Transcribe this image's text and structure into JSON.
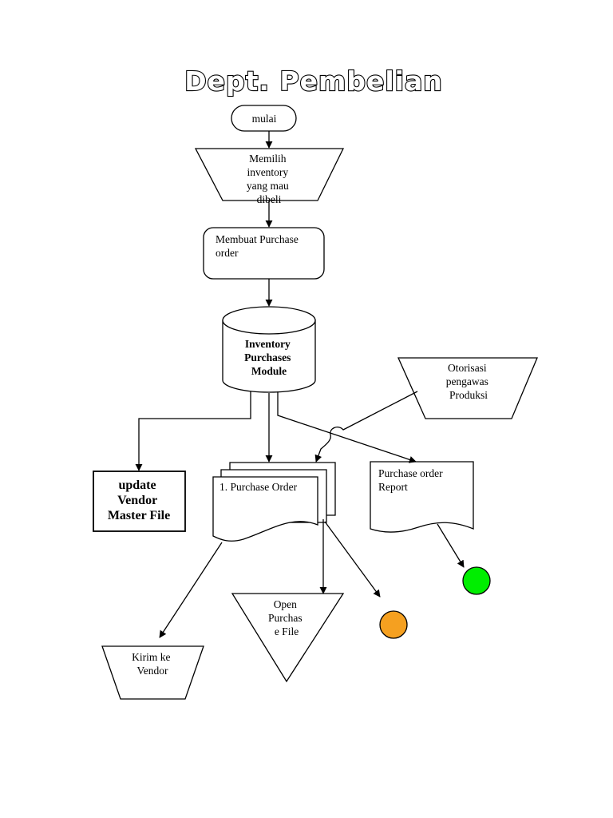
{
  "title": "Dept. Pembelian",
  "nodes": {
    "mulai": {
      "lines": [
        "mulai"
      ]
    },
    "memilih": {
      "lines": [
        "Memilih",
        "inventory",
        "yang mau",
        "dibeli"
      ]
    },
    "membuat_po": {
      "lines": [
        "Membuat Purchase",
        "order"
      ]
    },
    "module": {
      "lines": [
        "Inventory",
        "Purchases",
        "Module"
      ]
    },
    "otorisasi": {
      "lines": [
        "Otorisasi",
        "pengawas",
        "Produksi"
      ]
    },
    "update_vendor": {
      "lines": [
        "update",
        "Vendor",
        "Master File"
      ]
    },
    "purchase_order_docs": {
      "lines": [
        "1. Purchase Order"
      ]
    },
    "po_report": {
      "lines": [
        "Purchase order",
        "Report"
      ]
    },
    "open_purchase_file": {
      "lines": [
        "Open",
        "Purchas",
        "e File"
      ]
    },
    "kirim_vendor": {
      "lines": [
        "Kirim ke",
        "Vendor"
      ]
    }
  },
  "connectors": {
    "green": "#00ee00",
    "orange": "#f5a020"
  }
}
